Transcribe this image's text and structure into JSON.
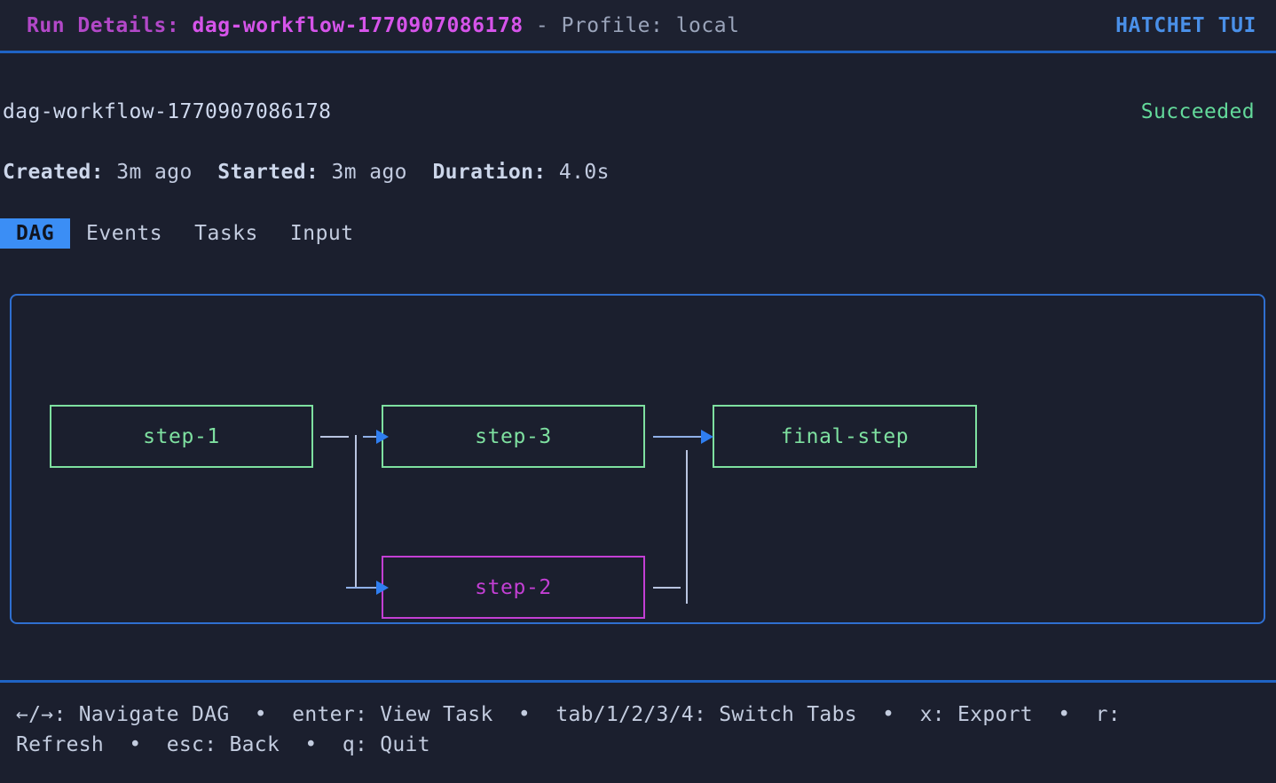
{
  "header": {
    "run_details_label": "Run Details: ",
    "run_id": "dag-workflow-1770907086178",
    "profile_text": " - Profile: local",
    "app_name": "HATCHET TUI",
    "accent_blue": "#3b8ef5",
    "magenta": "#d654ea"
  },
  "run": {
    "title": "dag-workflow-1770907086178",
    "status": "Succeeded",
    "status_color": "#63d99a",
    "meta": {
      "created_label": "Created:",
      "created_value": " 3m ago",
      "started_label": "Started:",
      "started_value": " 3m ago",
      "duration_label": "Duration:",
      "duration_value": " 4.0s",
      "separator": "  "
    }
  },
  "tabs": [
    {
      "label": "DAG",
      "active": true
    },
    {
      "label": "Events",
      "active": false
    },
    {
      "label": "Tasks",
      "active": false
    },
    {
      "label": "Input",
      "active": false
    }
  ],
  "dag": {
    "panel_border_color": "#2f6fd0",
    "nodes": [
      {
        "id": "step-1",
        "label": "step-1",
        "state": "green"
      },
      {
        "id": "step-3",
        "label": "step-3",
        "state": "green"
      },
      {
        "id": "final-step",
        "label": "final-step",
        "state": "green"
      },
      {
        "id": "step-2",
        "label": "step-2",
        "state": "magenta"
      }
    ],
    "edges": [
      {
        "from": "step-1",
        "to": "step-3"
      },
      {
        "from": "step-1",
        "to": "step-2"
      },
      {
        "from": "step-3",
        "to": "final-step"
      },
      {
        "from": "step-2",
        "to": "final-step"
      }
    ]
  },
  "footer": {
    "line1_items": [
      "←/→: Navigate DAG",
      "enter: View Task",
      "tab/1/2/3/4: Switch Tabs",
      "x: Export",
      "r:"
    ],
    "line2_items": [
      "Refresh",
      "esc: Back",
      "q: Quit"
    ],
    "separator": "•",
    "line1": "←/→: Navigate DAG  •  enter: View Task  •  tab/1/2/3/4: Switch Tabs  •  x: Export  •  r:",
    "line2": "Refresh  •  esc: Back  •  q: Quit"
  }
}
